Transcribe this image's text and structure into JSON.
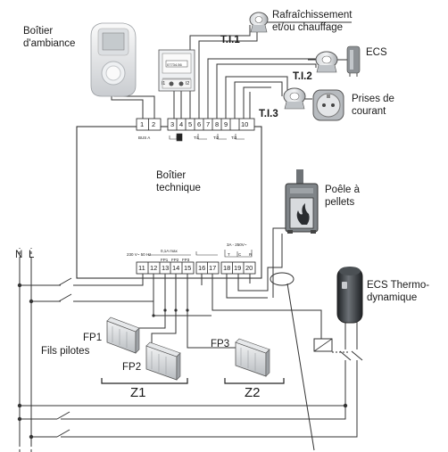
{
  "labels": {
    "boitier_ambiance": [
      "Boîtier",
      "d'ambiance"
    ],
    "rafraichissement": [
      "Rafraîchissement",
      "et/ou chauffage"
    ],
    "ti1": "T.I.1",
    "ti2": "T.I.2",
    "ti3": "T.I.3",
    "ecs": "ECS",
    "prises": [
      "Prises de",
      "courant"
    ],
    "boitier_technique": [
      "Boîtier",
      "technique"
    ],
    "poele": [
      "Poêle à",
      "pellets"
    ],
    "ecs_thermo": [
      "ECS Thermo-",
      "dynamique"
    ],
    "neutral": "N",
    "line": "L",
    "fils_pilotes": "Fils pilotes",
    "fp1": "FP1",
    "fp2": "FP2",
    "fp3": "FP3",
    "z1": "Z1",
    "z2": "Z2",
    "bus_a": "BUS A",
    "voltage_230": "230 V~ 50 Hz",
    "current_01": "0,1A max",
    "relay_rating": "3A - 250V~",
    "pilot_terms": [
      "FP1",
      "FP2",
      "FP3"
    ],
    "meter_digits": "07734.56",
    "meter_i1": "I1",
    "meter_i2": "I2",
    "top_terminals": [
      "1",
      "2",
      "3",
      "4",
      "5",
      "6",
      "7",
      "8",
      "9",
      "10"
    ],
    "bottom_terminals": [
      "11",
      "12",
      "13",
      "14",
      "15",
      "16",
      "17",
      "18",
      "19",
      "20"
    ],
    "ti_terminal_labels": [
      "Ti1",
      "Ti2",
      "Ti3"
    ],
    "relay_terms": [
      "T",
      "C",
      "R"
    ]
  },
  "colors": {
    "line": "#333333",
    "device_gray": "#8a8e92",
    "device_dark": "#2d3135"
  }
}
